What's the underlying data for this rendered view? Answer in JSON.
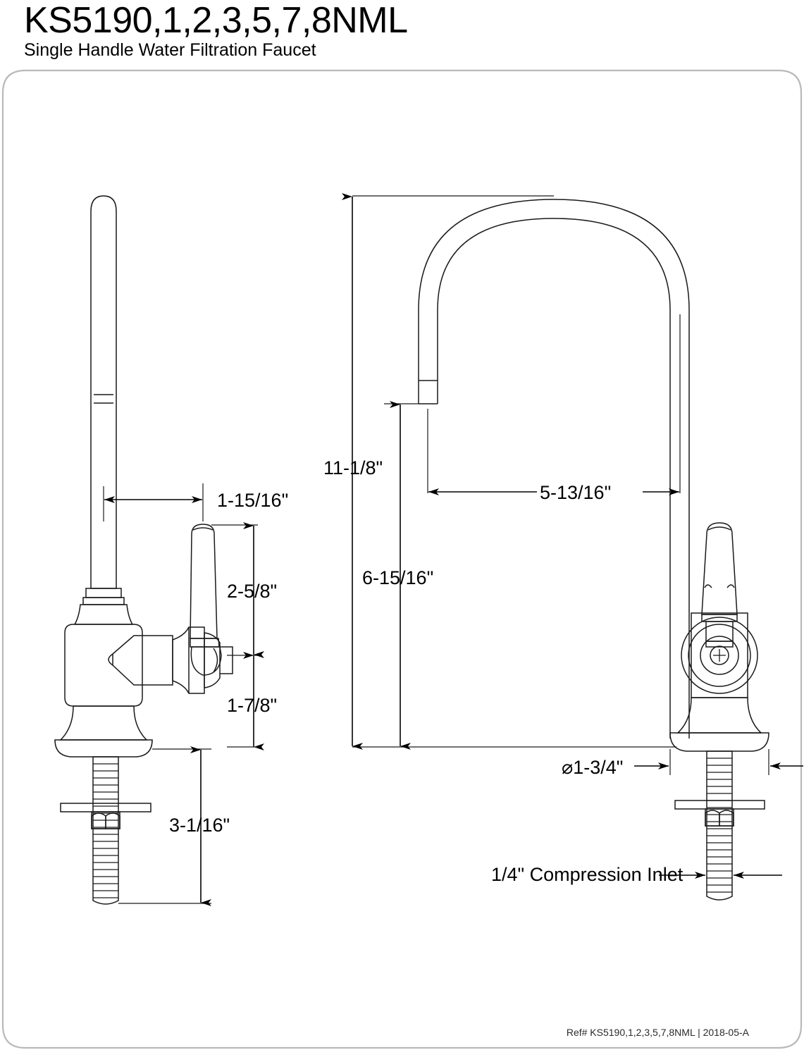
{
  "header": {
    "model_title": "KS5190,1,2,3,5,7,8NML",
    "subtitle": "Single Handle Water Filtration Faucet"
  },
  "footer": {
    "ref": "Ref# KS5190,1,2,3,5,7,8NML | 2018-05-A"
  },
  "drawing": {
    "sheet_border_color": "#b9b9b9",
    "line_color": "#1a1a1a",
    "dimensions": {
      "handle_offset": "1-15/16\"",
      "handle_height": "2-5/8\"",
      "valve_height": "1-7/8\"",
      "shank_length": "3-1/16\"",
      "overall_height": "11-1/8\"",
      "spout_height": "6-15/16\"",
      "spout_reach": "5-13/16\"",
      "base_diameter": "⌀1-3/4\"",
      "inlet_note": "1/4\" Compression Inlet"
    }
  }
}
